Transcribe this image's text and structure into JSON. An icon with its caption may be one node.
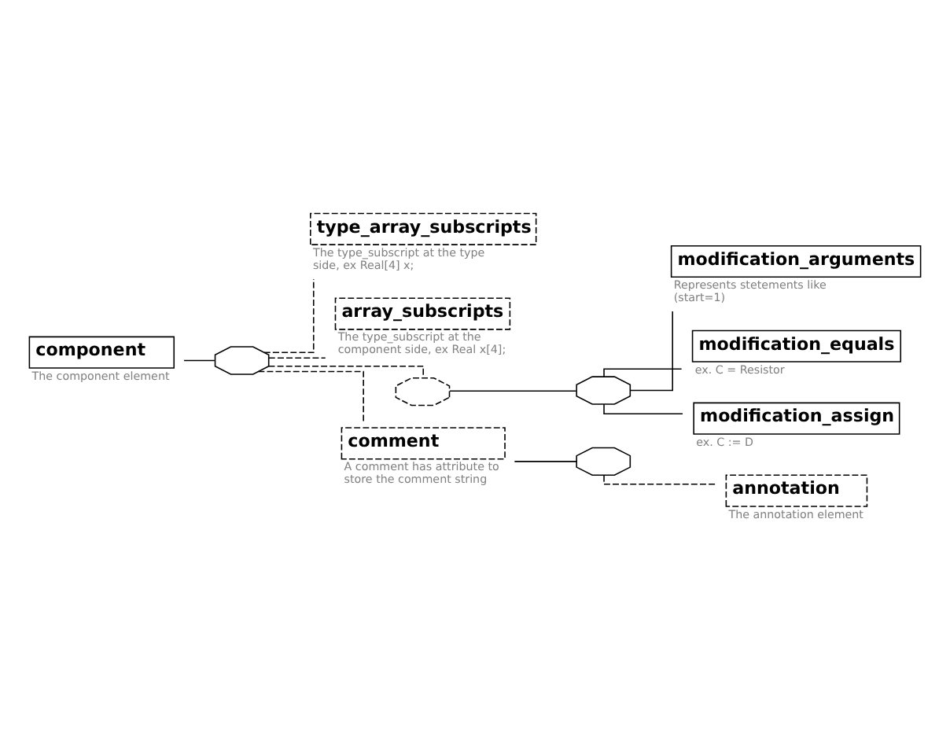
{
  "diagram": {
    "nodes": [
      {
        "text": [
          "component"
        ],
        "beside": [
          "The component element"
        ]
      },
      {
        "text": [],
        "shape": "octagon"
      },
      {
        "text": [
          "type_array_subscripts"
        ],
        "beside": [
          "The type_subscript at the type side, ex Real[4] x;"
        ]
      },
      {
        "text": [
          "array_subscripts"
        ],
        "beside": [
          "The type_subscript at the component side, ex Real x[4];"
        ]
      },
      {
        "text": [],
        "shape": "octagon"
      },
      {
        "text": [],
        "shape": "octagon"
      },
      {
        "text": [
          "modification_arguments"
        ],
        "beside": [
          "Represents stetements like (start=1)"
        ]
      },
      {
        "text": [
          "modification_equals"
        ],
        "beside": [
          "ex. C = Resistor"
        ]
      },
      {
        "text": [
          "modification_assign"
        ],
        "beside": [
          "ex. C := D"
        ]
      },
      {
        "text": [
          "comment"
        ],
        "beside": [
          "A comment has attribute to store the comment string"
        ]
      },
      {
        "text": [],
        "shape": "octagon"
      },
      {
        "text": [
          "annotation"
        ],
        "beside": [
          "The annotation element"
        ]
      }
    ],
    "edges": [
      {
        "from": 0,
        "to": 1,
        "arrow": "none"
      },
      {
        "from": 1,
        "to": 2,
        "arrow": "none",
        "style": "dashed"
      },
      {
        "from": 1,
        "to": 3,
        "arrow": "none",
        "style": "dashed"
      },
      {
        "from": 1,
        "to": 4,
        "arrow": "none",
        "style": "dashed"
      },
      {
        "from": 1,
        "to": 9,
        "arrow": "none",
        "style": "dashed"
      },
      {
        "from": 4,
        "to": 5,
        "arrow": "none"
      },
      {
        "from": 5,
        "to": 6,
        "arrow": "none"
      },
      {
        "from": 5,
        "to": 7,
        "arrow": "none"
      },
      {
        "from": 5,
        "to": 8,
        "arrow": "none"
      },
      {
        "from": 9,
        "to": 10,
        "arrow": "none"
      },
      {
        "from": 10,
        "to": 11,
        "arrow": "none",
        "style": "dashed"
      }
    ]
  }
}
